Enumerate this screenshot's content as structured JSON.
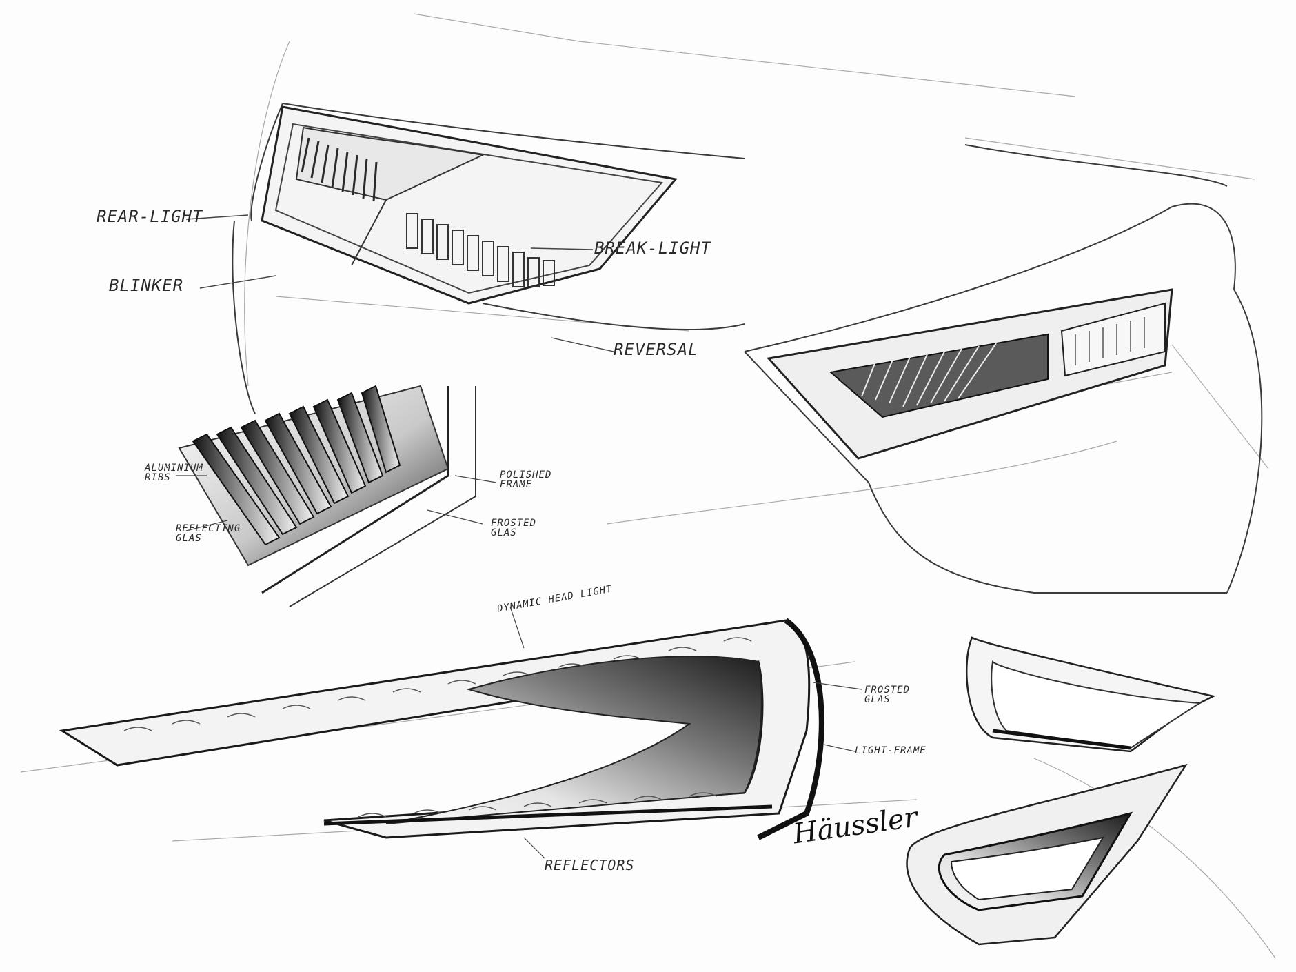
{
  "annotations": {
    "rear_light": "REAR-LIGHT",
    "blinker": "BLINKER",
    "break_light": "BREAK-LIGHT",
    "reversal": "REVERSAL",
    "aluminium_ribs": "ALUMINIUM RIBS",
    "reflecting_glass": "REFLECTING GLAS",
    "polished_frame": "POLISHED FRAME",
    "frosted_glass_1": "FROSTED GLAS",
    "dynamic_head_light": "DYNAMIC HEAD LIGHT",
    "frosted_glass_2": "FROSTED GLAS",
    "light_frame": "LIGHT-FRAME",
    "reflectors": "REFLECTORS"
  },
  "signature": "Häussler",
  "colors": {
    "ink": "#1a1a1a",
    "pencil": "#8a8a8a",
    "paper": "#fdfdfd",
    "shade": "#2b2b2b"
  }
}
